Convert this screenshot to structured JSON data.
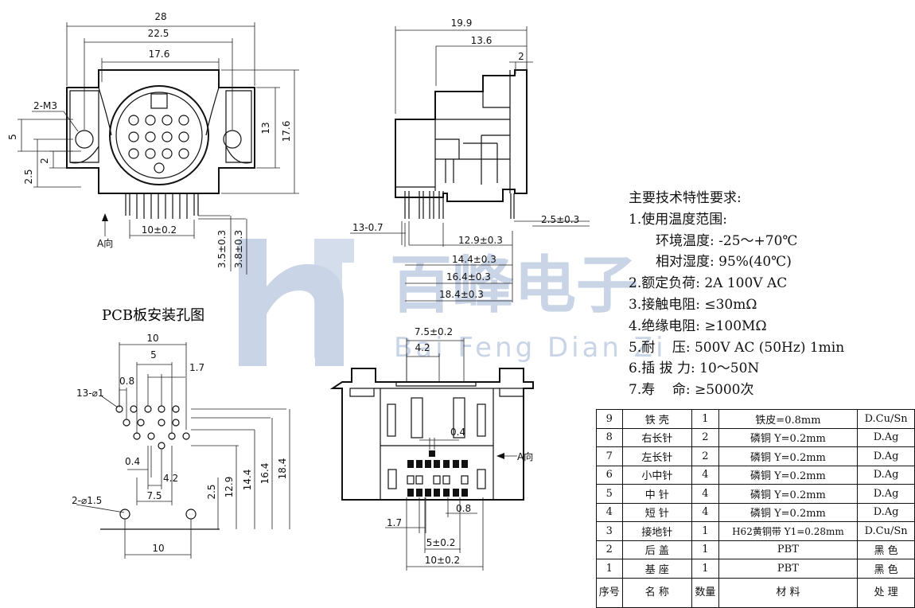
{
  "watermark": {
    "logo": "hf",
    "name": "百峰电子",
    "pinyin": "Bai Feng Dian Zi"
  },
  "front_view": {
    "dims": [
      "28",
      "22.5",
      "17.6",
      "13",
      "17.6",
      "5",
      "2.5",
      "2",
      "10±0.2",
      "3.5±0.3",
      "3.8±0.3"
    ],
    "hole_label": "2-M3",
    "arrow_label": "A向"
  },
  "side_view": {
    "dims": [
      "19.9",
      "13.6",
      "2",
      "2.5±0.3",
      "13-0.7",
      "12.9±0.3",
      "14.4±0.3",
      "16.4±0.3",
      "18.4±0.3"
    ]
  },
  "pcb_layout": {
    "title": "PCB板安装孔图",
    "dims": [
      "10",
      "5",
      "1.7",
      "0.8",
      "13-⌀1",
      "0.4",
      "4.2",
      "7.5",
      "2-⌀1.5",
      "2.5",
      "12.9",
      "14.4",
      "16.4",
      "18.4",
      "10"
    ]
  },
  "bottom_view": {
    "dims": [
      "7.5±0.2",
      "4.2",
      "0.4",
      "0.8",
      "1.7",
      "5±0.2",
      "10±0.2"
    ],
    "arrow_label": "A向"
  },
  "specs": {
    "title": "主要技术特性要求:",
    "lines": [
      {
        "text": "1.使用温度范围:",
        "indent": false
      },
      {
        "text": "环境温度: -25～+70℃",
        "indent": true
      },
      {
        "text": "相对湿度: 95%(40℃)",
        "indent": true
      },
      {
        "text": "2.额定负荷: 2A 100V AC",
        "indent": false
      },
      {
        "text": "3.接触电阻: ≤30mΩ",
        "indent": false
      },
      {
        "text": "4.绝缘电阻: ≥100MΩ",
        "indent": false
      },
      {
        "text": "5.耐    压: 500V AC (50Hz) 1min",
        "indent": false
      },
      {
        "text": "6.插 拔 力: 10～50N",
        "indent": false
      },
      {
        "text": "7.寿    命: ≥5000次",
        "indent": false
      }
    ]
  },
  "bom": {
    "rows": [
      [
        "9",
        "铁 壳",
        "1",
        "铁皮=0.8mm",
        "D.Cu/Sn"
      ],
      [
        "8",
        "右长针",
        "2",
        "磷铜 Y=0.2mm",
        "D.Ag"
      ],
      [
        "7",
        "左长针",
        "2",
        "磷铜 Y=0.2mm",
        "D.Ag"
      ],
      [
        "6",
        "小中针",
        "4",
        "磷铜 Y=0.2mm",
        "D.Ag"
      ],
      [
        "5",
        "中  针",
        "4",
        "磷铜 Y=0.2mm",
        "D.Ag"
      ],
      [
        "4",
        "短  针",
        "4",
        "磷铜 Y=0.2mm",
        "D.Ag"
      ],
      [
        "3",
        "接地针",
        "1",
        "H62黄铜带 Y1=0.28mm",
        "D.Cu/Sn"
      ],
      [
        "2",
        "后  盖",
        "1",
        "PBT",
        "黑 色"
      ],
      [
        "1",
        "基  座",
        "1",
        "PBT",
        "黑 色"
      ]
    ],
    "header": [
      "序号",
      "名  称",
      "数量",
      "材    料",
      "处    理"
    ]
  }
}
